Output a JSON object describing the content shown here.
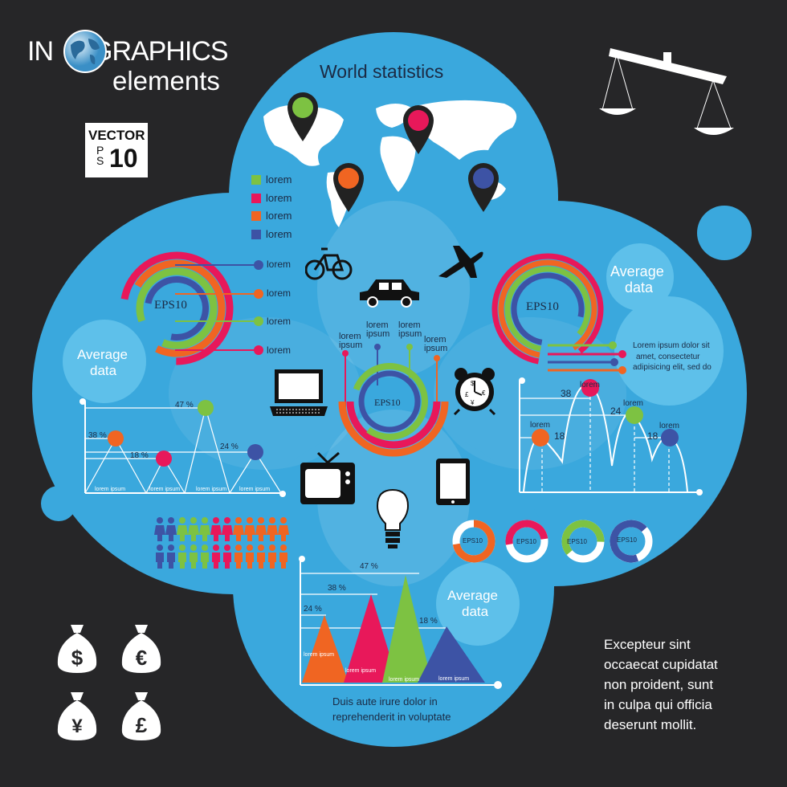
{
  "header": {
    "title_part1": "IN",
    "title_part2": "GRAPHICS",
    "subtitle": "elements",
    "badge_top": "VECTOR",
    "badge_letters": "PS",
    "badge_number": "10"
  },
  "world": {
    "title": "World statistics",
    "legend": [
      {
        "label": "lorem",
        "color": "#7dc242"
      },
      {
        "label": "lorem",
        "color": "#e8185a"
      },
      {
        "label": "lorem",
        "color": "#f06522"
      },
      {
        "label": "lorem",
        "color": "#3d53a5"
      }
    ],
    "pins": [
      {
        "color": "#7dc242"
      },
      {
        "color": "#e8185a"
      },
      {
        "color": "#f06522"
      },
      {
        "color": "#3d53a5"
      }
    ]
  },
  "ring_left": {
    "label": "EPS10",
    "items": [
      "lorem",
      "lorem",
      "lorem",
      "lorem"
    ],
    "item_colors": [
      "#3d53a5",
      "#f06522",
      "#7dc242",
      "#e8185a"
    ],
    "avg_line1": "Average",
    "avg_line2": "data"
  },
  "ring_right": {
    "label": "EPS10",
    "avg_line1": "Average",
    "avg_line2": "data",
    "desc_line1": "Lorem ipsum dolor sit",
    "desc_line2": "amet, consectetur",
    "desc_line3": "adipisicing elit, sed do"
  },
  "ring_center": {
    "label": "EPS10",
    "labels": [
      "lorem ipsum",
      "lorem ipsum",
      "lorem ipsum",
      "lorem ipsum"
    ]
  },
  "peak_chart": {
    "pct_47": "47 %",
    "pct_38": "38 %",
    "pct_18": "18 %",
    "pct_24": "24 %",
    "captions": [
      "lorem ipsum",
      "lorem ipsum",
      "lorem ipsum",
      "lorem ipsum"
    ]
  },
  "wave_chart": {
    "values": [
      "18",
      "38",
      "24",
      "18"
    ],
    "labels": [
      "lorem",
      "lorem",
      "lorem",
      "lorem"
    ]
  },
  "donuts": [
    {
      "label": "EPS10",
      "color": "#f06522"
    },
    {
      "label": "EPS10",
      "color": "#e8185a"
    },
    {
      "label": "EPS10",
      "color": "#7dc242"
    },
    {
      "label": "EPS10",
      "color": "#3d53a5"
    }
  ],
  "triangle_chart": {
    "pct_47": "47 %",
    "pct_38": "38 %",
    "pct_24": "24 %",
    "pct_18": "18 %",
    "captions": [
      "lorem ipsum",
      "lorem ipsum",
      "lorem ipsum",
      "lorem ipsum"
    ],
    "avg_line1": "Average",
    "avg_line2": "data",
    "note_line1": "Duis aute irure dolor in",
    "note_line2": "reprehenderit in voluptate"
  },
  "money_bags": [
    "$",
    "€",
    "¥",
    "£"
  ],
  "quote": {
    "lines": [
      "Excepteur sint",
      "occaecat cupidatat",
      "non proident, sunt",
      "in culpa qui officia",
      "deserunt mollit."
    ]
  },
  "colors": {
    "background": "#262628",
    "circle": "#3aa8dd",
    "green": "#7dc242",
    "magenta": "#e8185a",
    "orange": "#f06522",
    "blue": "#3d53a5"
  }
}
